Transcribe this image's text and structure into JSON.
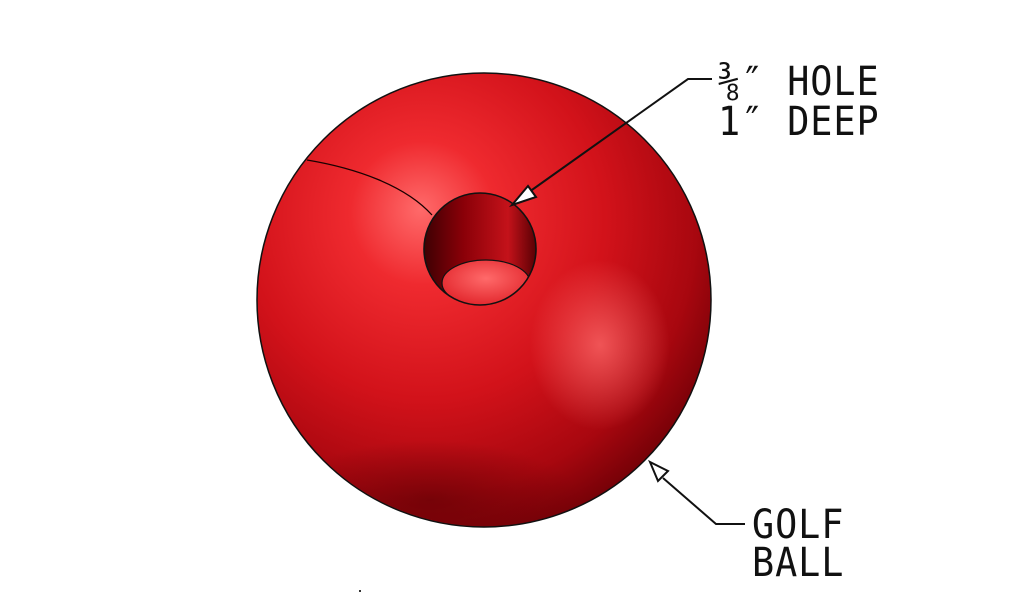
{
  "callouts": {
    "hole": {
      "line1": "⅜″ HOLE",
      "line2": "1″ DEEP"
    },
    "ball": {
      "line1": "GOLF",
      "line2": "BALL"
    }
  },
  "colors": {
    "ball_base": "#e1141b",
    "ball_highlight": "#ff5a5a",
    "ball_shadow": "#6e0006",
    "hole_inner_dark": "#7a0007",
    "hole_floor": "#ff4a4a",
    "line": "#111111",
    "background": "#ffffff"
  }
}
